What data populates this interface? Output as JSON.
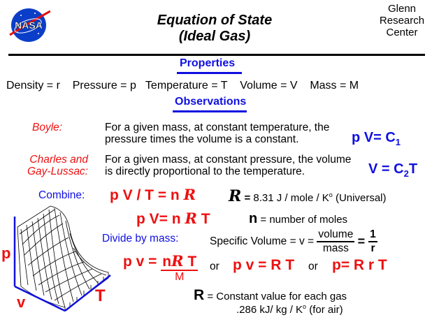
{
  "header": {
    "logo_text": "NASA",
    "title_line1": "Equation of State",
    "title_line2": "(Ideal Gas)",
    "org_line1": "Glenn",
    "org_line2": "Research",
    "org_line3": "Center"
  },
  "properties": {
    "heading": "Properties",
    "items": [
      {
        "name": "Density",
        "symbol": "r"
      },
      {
        "name": "Pressure",
        "symbol": "p"
      },
      {
        "name": "Temperature",
        "symbol": "T"
      },
      {
        "name": "Volume",
        "symbol": "V"
      },
      {
        "name": "Mass",
        "symbol": "M"
      }
    ]
  },
  "observations": {
    "heading": "Observations",
    "boyle": {
      "label": "Boyle:",
      "line1": "For a given mass, at constant temperature, the",
      "line2": "pressure times  the volume is  a constant.",
      "eq": "p V= C",
      "eq_sub": "1"
    },
    "charles": {
      "label1": "Charles and",
      "label2": "Gay-Lussac:",
      "line1": "For a given mass, at constant pressure, the  volume",
      "line2": "is  directly  proportional  to  the  temperature.",
      "eq_a": "V = C",
      "eq_sub": "2",
      "eq_b": "T"
    }
  },
  "combine": {
    "label": "Combine:",
    "eq_left": "p V / T = n ",
    "R": "R",
    "R_def_eq": " = ",
    "R_value": "8.31 J / mole / K",
    "R_sup": "o",
    "R_note": " (Universal)",
    "eq2_left": "p V= n ",
    "eq2_right": " T",
    "n_symbol": "n",
    "n_def": " =  number of moles"
  },
  "divide": {
    "label": "Divide by mass:",
    "spec_text": "Specific  Volume = v = ",
    "frac_num": "volume",
    "frac_den": "mass",
    "eq_sign": " = ",
    "inv_num": "1",
    "inv_den": "r",
    "eq1_left": "p v = ",
    "eq1_num_n": "n",
    "eq1_num_T": " T",
    "eq1_den": "M",
    "or1": "or",
    "eq2": "p v = R T",
    "or2": "or",
    "eq3": "p=  R r T"
  },
  "gas_constant": {
    "symbol": "R",
    "eq": " =  Constant  value  for  each  gas",
    "value": ".286  kJ/  kg / K",
    "sup": "o",
    "note": "  (for  air)"
  },
  "plot": {
    "y_axis_label": "p",
    "x_axis_label": "v",
    "z_axis_label": "T"
  },
  "colors": {
    "blue": "#1010e0",
    "red": "#ee1010",
    "black": "#000000"
  }
}
